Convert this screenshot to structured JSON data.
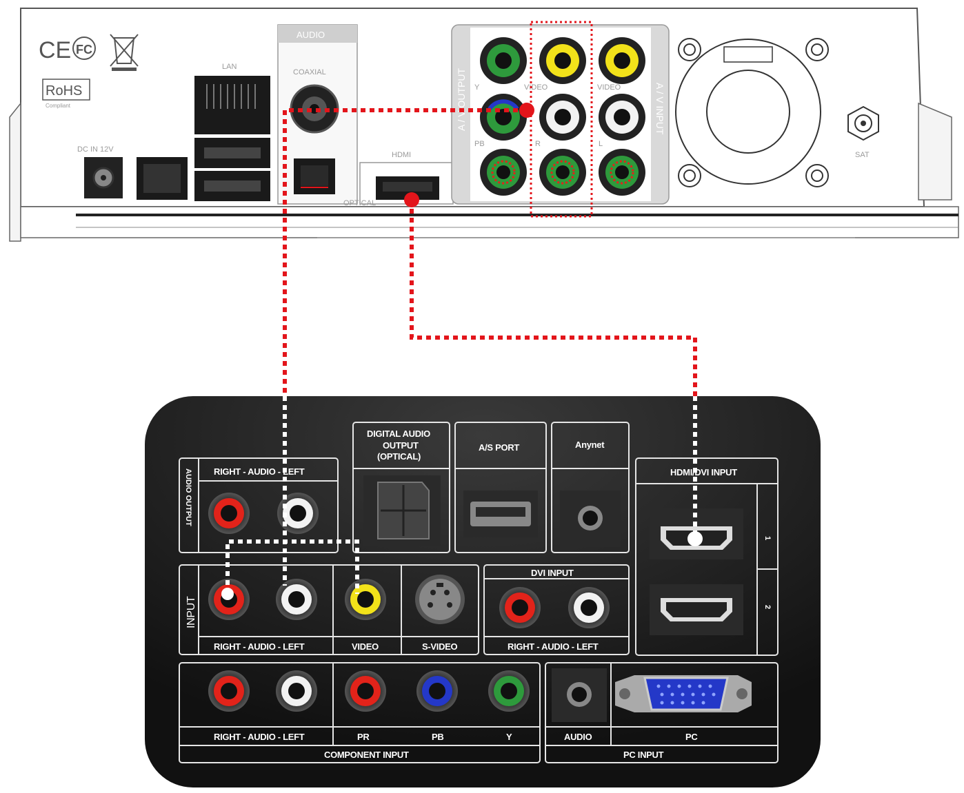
{
  "device": {
    "marks": {
      "ce": "CE",
      "fc": "FC",
      "rohs": "RoHS",
      "rohs_sub": "Compliant"
    },
    "labels": {
      "lan": "LAN",
      "audio": "AUDIO",
      "coaxial": "COAXIAL",
      "hdmi": "HDMI",
      "optical": "OPTICAL",
      "dc_in": "DC IN 12V",
      "av_output": "A / V OUTPUT",
      "av_input": "A / V INPUT",
      "video_out": "VIDEO",
      "video_in": "VIDEO",
      "y": "Y",
      "pb": "PB",
      "r": "R",
      "l": "L",
      "sat": "SAT"
    }
  },
  "tv_panel": {
    "audio_output": {
      "side_label": "AUDIO OUTPUT",
      "label": "RIGHT - AUDIO - LEFT"
    },
    "digital_audio": {
      "line1": "DIGITAL AUDIO",
      "line2": "OUTPUT",
      "line3": "(OPTICAL)"
    },
    "as_port": "A/S PORT",
    "anynet": "Anynet",
    "hdmi_dvi_input": "HDMI/DVI INPUT",
    "hdmi_port_1": "1",
    "hdmi_port_2": "2",
    "input": {
      "side_label": "INPUT",
      "audio_label": "RIGHT - AUDIO - LEFT",
      "video_label": "VIDEO",
      "svideo_label": "S-VIDEO"
    },
    "dvi_input": {
      "title": "DVI INPUT",
      "label": "RIGHT - AUDIO - LEFT"
    },
    "component": {
      "audio_label": "RIGHT - AUDIO - LEFT",
      "pr": "PR",
      "pb": "PB",
      "y": "Y",
      "group_label": "COMPONENT INPUT"
    },
    "pc": {
      "audio_label": "AUDIO",
      "pc_label": "PC",
      "group_label": "PC INPUT"
    }
  },
  "colors": {
    "cable_red": "#e3151b",
    "cable_white": "#ffffff",
    "panel_bg": "#1c1c1c",
    "rca_red": "#e2231a",
    "rca_white": "#f2f2f2",
    "rca_yellow": "#f2e21a",
    "rca_green": "#2e9a3c",
    "rca_blue": "#2438c8"
  }
}
